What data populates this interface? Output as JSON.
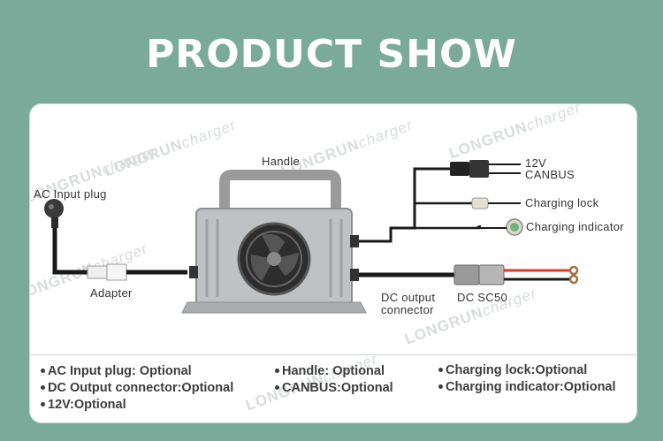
{
  "title": "PRODUCT SHOW",
  "watermark": {
    "brand": "LONGRUN",
    "suffix": "charger"
  },
  "diagram_labels": {
    "handle": "Handle",
    "ac_input_plug": "AC Input  plug",
    "adapter": "Adapter",
    "v12": "12V",
    "canbus": "CANBUS",
    "charging_lock": "Charging lock",
    "charging_indicator": "Charging indicator",
    "dc_output_connector_1": "DC output",
    "dc_output_connector_2": "connector",
    "dc_sc50": "DC  SC50"
  },
  "options": {
    "col1": [
      "AC Input plug: Optional",
      "DC Output connector:Optional",
      "12V:Optional"
    ],
    "col2": [
      "Handle: Optional",
      "CANBUS:Optional"
    ],
    "col3": [
      "Charging lock:Optional",
      "Charging indicator:Optional"
    ]
  },
  "colors": {
    "background": "#7aab9a",
    "panel": "#ffffff",
    "cable": "#1a1a1a",
    "wire_red": "#d83a2e"
  }
}
